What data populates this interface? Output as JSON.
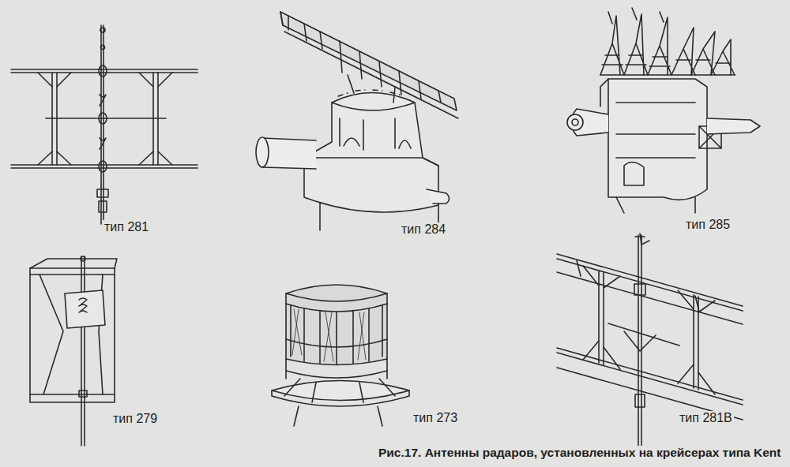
{
  "diagram": {
    "caption": "Рис.17. Антенны радаров, установленных на крейсерах типа Kent",
    "labels": [
      "тип 281",
      "тип 284",
      "тип 285",
      "тип 279",
      "тип 273",
      "тип 281В"
    ]
  }
}
